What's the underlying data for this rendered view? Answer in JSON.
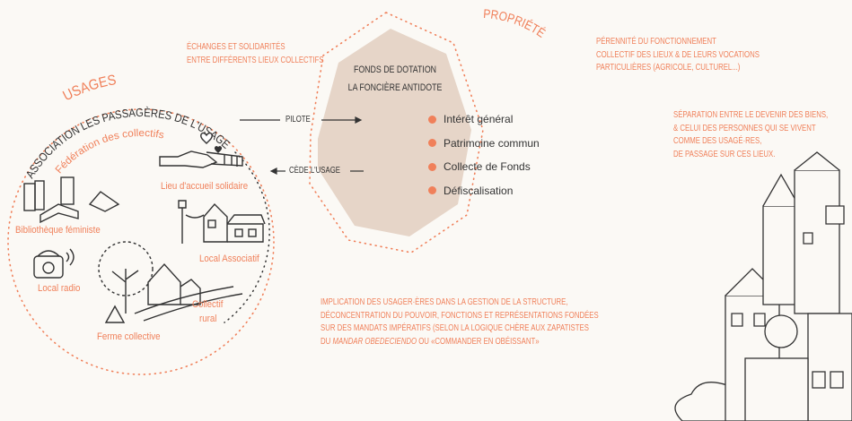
{
  "colors": {
    "accent": "#f0805a",
    "octagon": "#e6d5c8",
    "background": "#fbf9f5",
    "ink": "#333333"
  },
  "usages": {
    "title": "USAGES",
    "association": "ASSOCIATION LES PASSAGÈRES DE L'USAGE",
    "federation": "Fédération des collectifs",
    "places": [
      {
        "label": "Lieu d'accueil solidaire",
        "icon": "hands-heart-icon"
      },
      {
        "label": "Bibliothèque féministe",
        "icon": "books-icon"
      },
      {
        "label": "Local Associatif",
        "icon": "house-icon"
      },
      {
        "label": "Local radio",
        "icon": "radio-icon"
      },
      {
        "label": "Collectif",
        "icon": "farm-house-icon"
      },
      {
        "label": "rural",
        "icon": ""
      },
      {
        "label": "Ferme collective",
        "icon": "tree-icon"
      }
    ]
  },
  "arrows": {
    "pilote": "PILOTE",
    "cede": "CÈDE L'USAGE"
  },
  "propriete": {
    "title": "PROPRIÉTÉ",
    "name_line1": "FONDS DE DOTATION",
    "name_line2": "LA FONCIÈRE ANTIDOTE",
    "bullets": [
      "Intérêt général",
      "Patrimoine commun",
      "Collecte de Fonds",
      "Défiscalisation"
    ]
  },
  "notes": {
    "echanges": [
      "ÉCHANGES ET SOLIDARITÉS",
      "ENTRE DIFFÉRENTS LIEUX COLLECTIFS"
    ],
    "perennite": [
      "PÉRENNITÉ DU FONCTIONNEMENT",
      "COLLECTIF DES LIEUX & DE LEURS VOCATIONS",
      "PARTICULIÈRES (AGRICOLE, CULTUREL...)"
    ],
    "separation": [
      "SÉPARATION ENTRE LE DEVENIR DES BIENS,",
      "& CELUI DES PERSONNES QUI SE VIVENT",
      "COMME DES USAGÉ·RES,",
      "DE PASSAGE SUR CES LIEUX."
    ],
    "implication": {
      "lines": [
        "IMPLICATION DES USAGER·ÈRES DANS LA GESTION DE LA STRUCTURE,",
        "DÉCONCENTRATION DU POUVOIR, FONCTIONS ET REPRÉSENTATIONS FONDÉES",
        "SUR DES MANDATS IMPÉRATIFS (SELON LA LOGIQUE CHÈRE AUX ZAPATISTES"
      ],
      "last_prefix": "DU ",
      "last_italic": "MANDAR OBEDECIENDO",
      "last_suffix": " OU «COMMANDER EN OBÉISSANT»"
    }
  }
}
